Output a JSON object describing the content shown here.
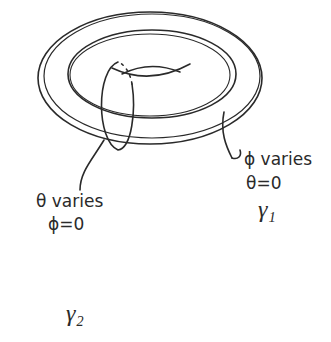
{
  "diagram": {
    "labels": [
      "ϕ varies",
      "θ=0",
      "γ₁",
      "θ varies",
      "ϕ=0",
      "γ₂"
    ]
  }
}
